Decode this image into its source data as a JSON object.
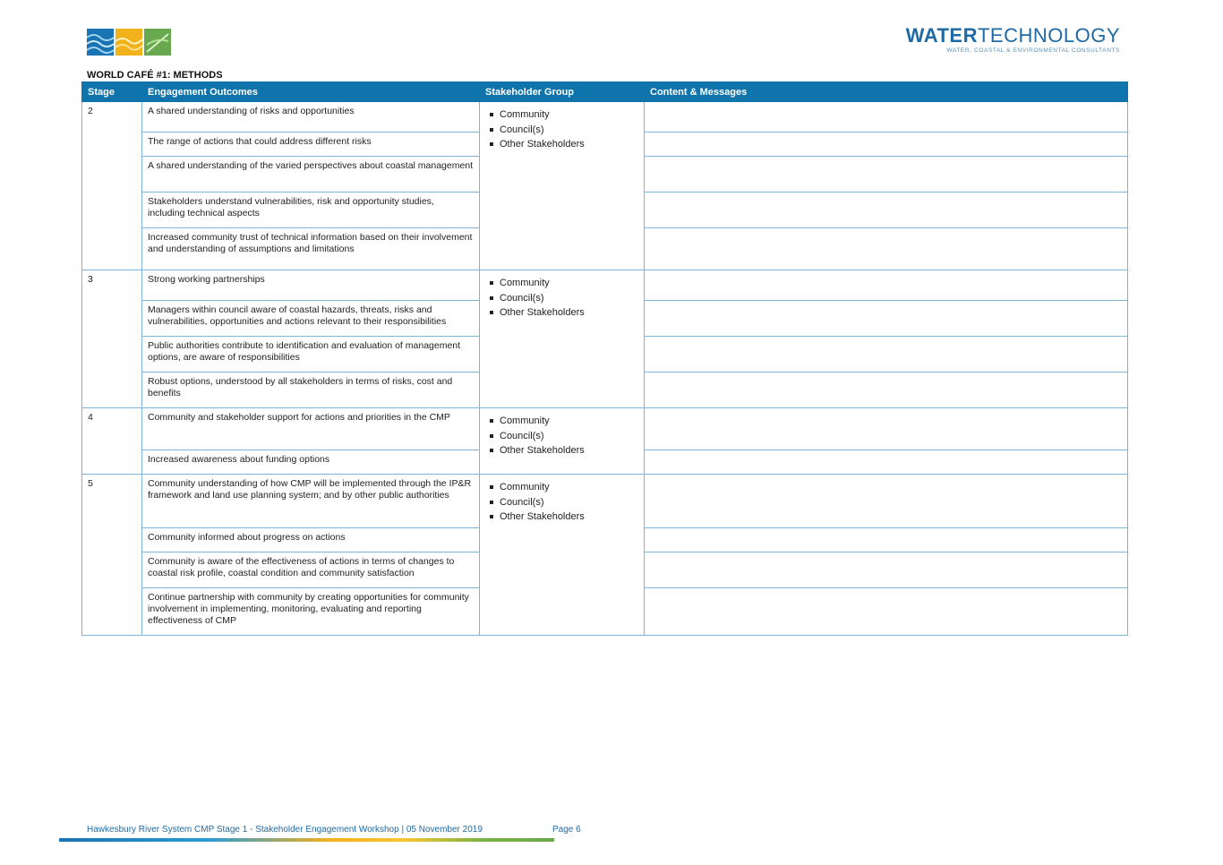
{
  "header": {
    "brand_bold": "WATER",
    "brand_light": "TECHNOLOGY",
    "brand_tagline": "WATER, COASTAL & ENVIRONMENTAL CONSULTANTS"
  },
  "section_title": "WORLD CAFÉ #1: METHODS",
  "table": {
    "headers": [
      "Stage",
      "Engagement Outcomes",
      "Stakeholder Group",
      "Content & Messages"
    ],
    "stages": [
      {
        "stage": "2",
        "groups": [
          "Community",
          "Council(s)",
          "Other Stakeholders"
        ],
        "outcomes": [
          "A shared understanding of risks and opportunities",
          "The range of actions that could address different risks",
          "A shared understanding of the varied perspectives about coastal management",
          "Stakeholders understand vulnerabilities, risk and opportunity studies, including technical aspects",
          "Increased community trust of technical information based on their involvement and understanding of assumptions and limitations"
        ]
      },
      {
        "stage": "3",
        "groups": [
          "Community",
          "Council(s)",
          "Other Stakeholders"
        ],
        "outcomes": [
          "Strong working partnerships",
          "Managers within council aware of coastal hazards, threats, risks and vulnerabilities, opportunities and actions relevant to their responsibilities",
          "Public authorities contribute to identification and evaluation of management options, are aware of responsibilities",
          "Robust options, understood by all stakeholders in terms of risks, cost and benefits"
        ]
      },
      {
        "stage": "4",
        "groups": [
          "Community",
          "Council(s)",
          "Other Stakeholders"
        ],
        "outcomes": [
          "Community and stakeholder support for actions and priorities in the CMP",
          "Increased awareness about funding options"
        ]
      },
      {
        "stage": "5",
        "groups": [
          "Community",
          "Council(s)",
          "Other Stakeholders"
        ],
        "outcomes": [
          "Community understanding of how CMP will be implemented through the IP&R framework and land use planning system; and by other public authorities",
          "Community informed about progress on actions",
          "Community is aware of the effectiveness of actions in terms of changes to coastal risk profile, coastal condition and community satisfaction",
          "Continue partnership with community by creating opportunities for community involvement in implementing, monitoring, evaluating and reporting effectiveness of CMP"
        ]
      }
    ]
  },
  "footer": {
    "text": "Hawkesbury River System CMP Stage 1 - Stakeholder Engagement Workshop | 05 November 2019",
    "page": "Page 6"
  },
  "colors": {
    "header_blue": "#0f73ac",
    "border_blue": "#7fb3d6",
    "brand_blue": "#1f6aa5"
  }
}
